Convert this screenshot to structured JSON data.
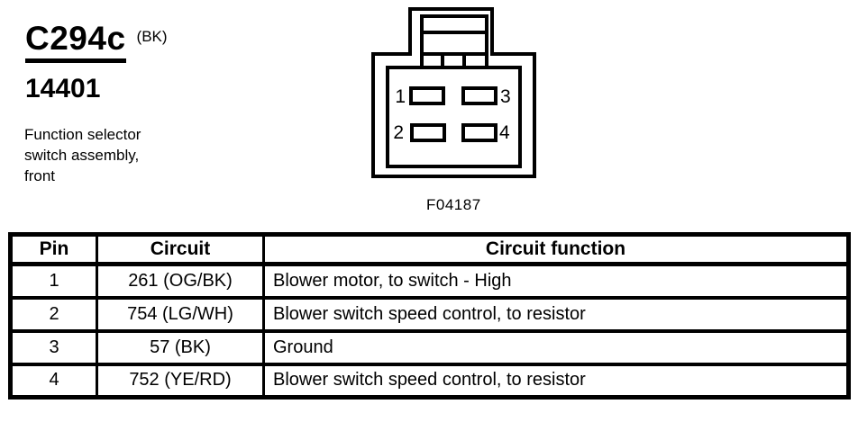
{
  "header": {
    "connector_id": "C294c",
    "connector_color": "(BK)",
    "part_number": "14401",
    "description": "Function selector switch assembly, front"
  },
  "figure_label": "F04187",
  "connector": {
    "pins": [
      "1",
      "2",
      "3",
      "4"
    ]
  },
  "table": {
    "headers": [
      "Pin",
      "Circuit",
      "Circuit function"
    ],
    "rows": [
      [
        "1",
        "261 (OG/BK)",
        "Blower motor, to switch - High"
      ],
      [
        "2",
        "754 (LG/WH)",
        "Blower switch speed control, to resistor"
      ],
      [
        "3",
        "57 (BK)",
        "Ground"
      ],
      [
        "4",
        "752 (YE/RD)",
        "Blower switch speed control, to resistor"
      ]
    ]
  },
  "colors": {
    "ink": "#000000",
    "background": "#ffffff"
  }
}
